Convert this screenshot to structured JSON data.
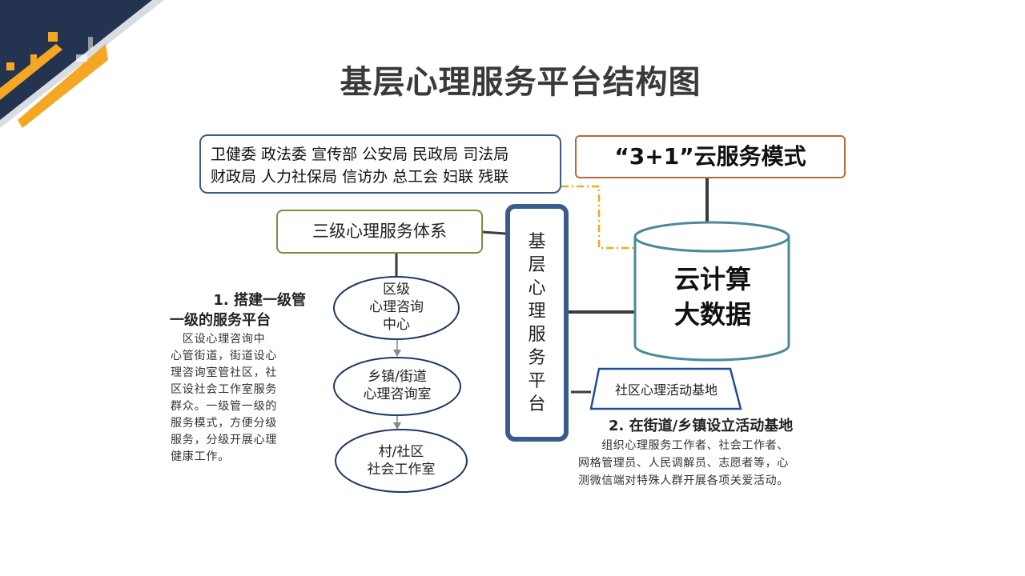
{
  "title": "基层心理服务平台结构图",
  "departments": {
    "line1": "卫健委 政法委 宣传部 公安局 民政局 司法局",
    "line2": "财政局 人力社保局 信访办 总工会 妇联 残联"
  },
  "cloud_mode": "“3+1”云服务模式",
  "cloud_cylinder": {
    "line1": "云计算",
    "line2": "大数据"
  },
  "three_level_system": "三级心理服务体系",
  "platform_chars": [
    "基",
    "层",
    "心",
    "理",
    "服",
    "务",
    "平",
    "台"
  ],
  "levels": [
    {
      "line1": "区级",
      "line2": "心理咨询",
      "line3": "中心"
    },
    {
      "line1": "乡镇/街道",
      "line2": "心理咨询室"
    },
    {
      "line1": "村/社区",
      "line2": "社会工作室"
    }
  ],
  "activity_base": "社区心理活动基地",
  "left_note": {
    "title_line1": "1. 搭建一级管",
    "title_line2": "一级的服务平台",
    "body_lines": [
      "　区设心理咨询中",
      "心管街道，街道设心",
      "理咨询室管社区，社",
      "区设社会工作室服务",
      "群众。一级管一级的",
      "服务模式，方便分级",
      "服务，分级开展心理",
      "健康工作。"
    ]
  },
  "right_note": {
    "title": "2. 在街道/乡镇设立活动基地",
    "body_lines": [
      "　　组织心理服务工作者、社会工作者、",
      "网格管理员、人民调解员、志愿者等，心",
      "测微信端对特殊人群开展各项关爱活动。"
    ]
  },
  "colors": {
    "navy": "#243350",
    "accent_orange": "#f5a623",
    "platform_border": "#3b5b8a",
    "teal": "#4a8a9a",
    "olive": "#73913c",
    "brown": "#b86a36"
  }
}
